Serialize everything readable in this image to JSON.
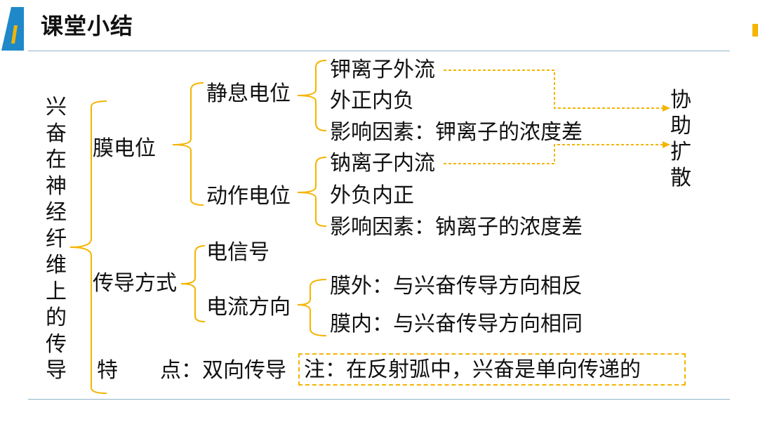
{
  "title": "课堂小结",
  "root": "兴奋在神经纤维上的传导",
  "branches": {
    "membrane_potential": "膜电位",
    "conduction_mode": "传导方式",
    "feature_label": "特　　点：",
    "feature_value": "双向传导"
  },
  "resting": {
    "label": "静息电位",
    "items": [
      "钾离子外流",
      "外正内负",
      "影响因素：钾离子的浓度差"
    ]
  },
  "action": {
    "label": "动作电位",
    "items": [
      "钠离子内流",
      "外负内正",
      "影响因素：钠离子的浓度差"
    ]
  },
  "conduction": {
    "signal": "电信号",
    "current_label": "电流方向",
    "current_items": [
      "膜外：与兴奋传导方向相反",
      "膜内：与兴奋传导方向相同"
    ]
  },
  "facilitated": "协助扩散",
  "note": "注：在反射弧中，兴奋是单向传递的",
  "colors": {
    "accent": "#f5b400",
    "rule": "#8fb3c7",
    "blue": "#1e88c8",
    "text": "#111111"
  }
}
